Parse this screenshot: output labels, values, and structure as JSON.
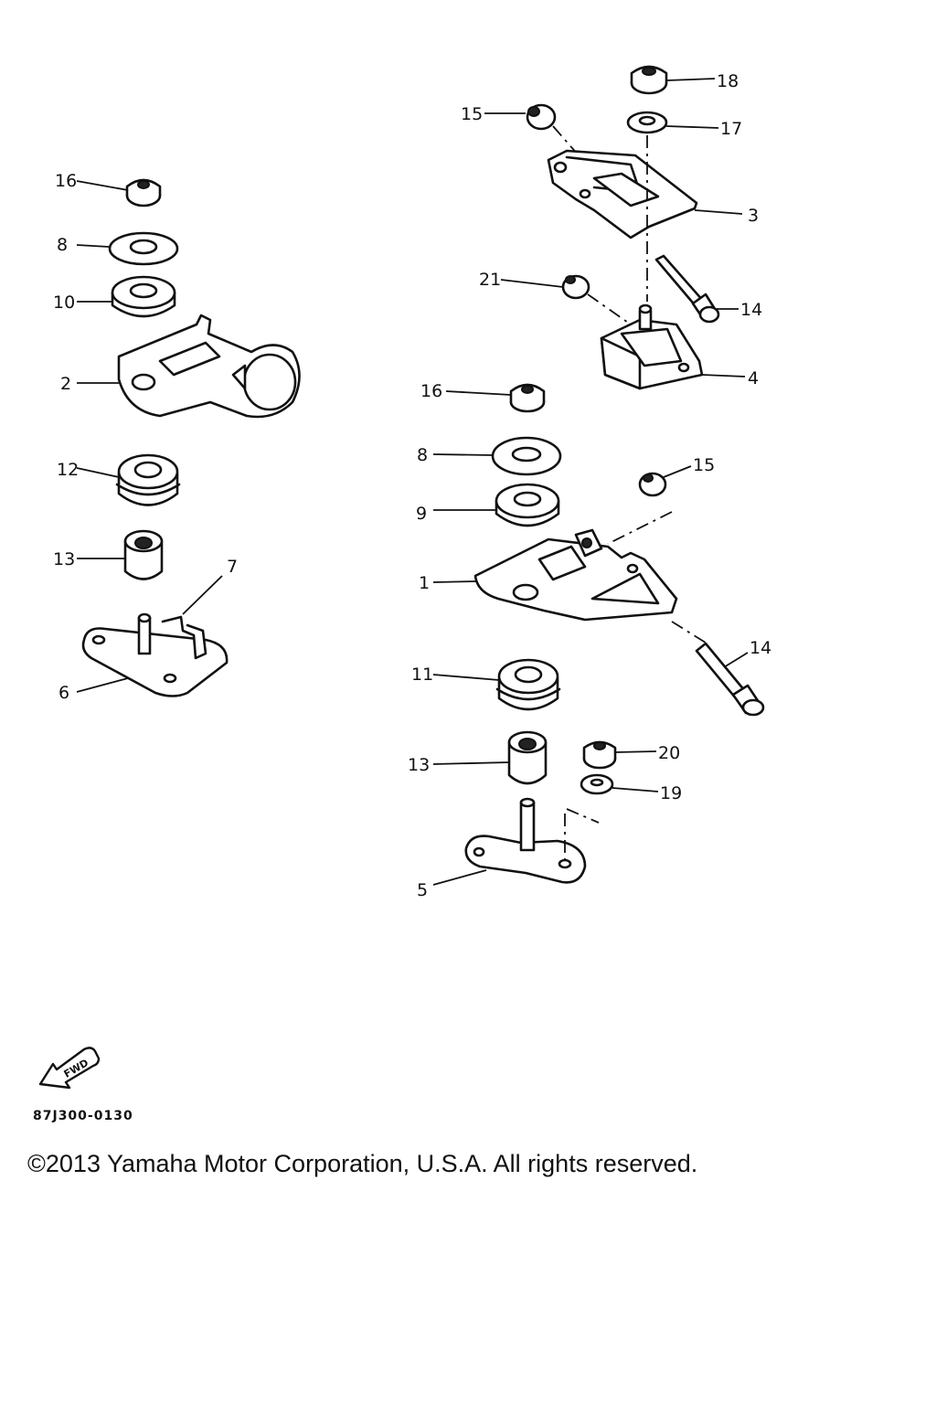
{
  "diagram": {
    "drawing_code": "87J300-0130",
    "copyright": "©2013 Yamaha Motor Corporation, U.S.A. All rights reserved.",
    "direction_marker": {
      "label": "FWD",
      "icon": "fwd-arrow-icon"
    },
    "callouts": {
      "c1": "1",
      "c2": "2",
      "c3": "3",
      "c4": "4",
      "c5": "5",
      "c6": "6",
      "c7": "7",
      "c8a": "8",
      "c8b": "8",
      "c9": "9",
      "c10": "10",
      "c11": "11",
      "c12": "12",
      "c13a": "13",
      "c13b": "13",
      "c14a": "14",
      "c14b": "14",
      "c15a": "15",
      "c15b": "15",
      "c16a": "16",
      "c16b": "16",
      "c17": "17",
      "c18": "18",
      "c19": "19",
      "c20": "20",
      "c21": "21"
    }
  }
}
